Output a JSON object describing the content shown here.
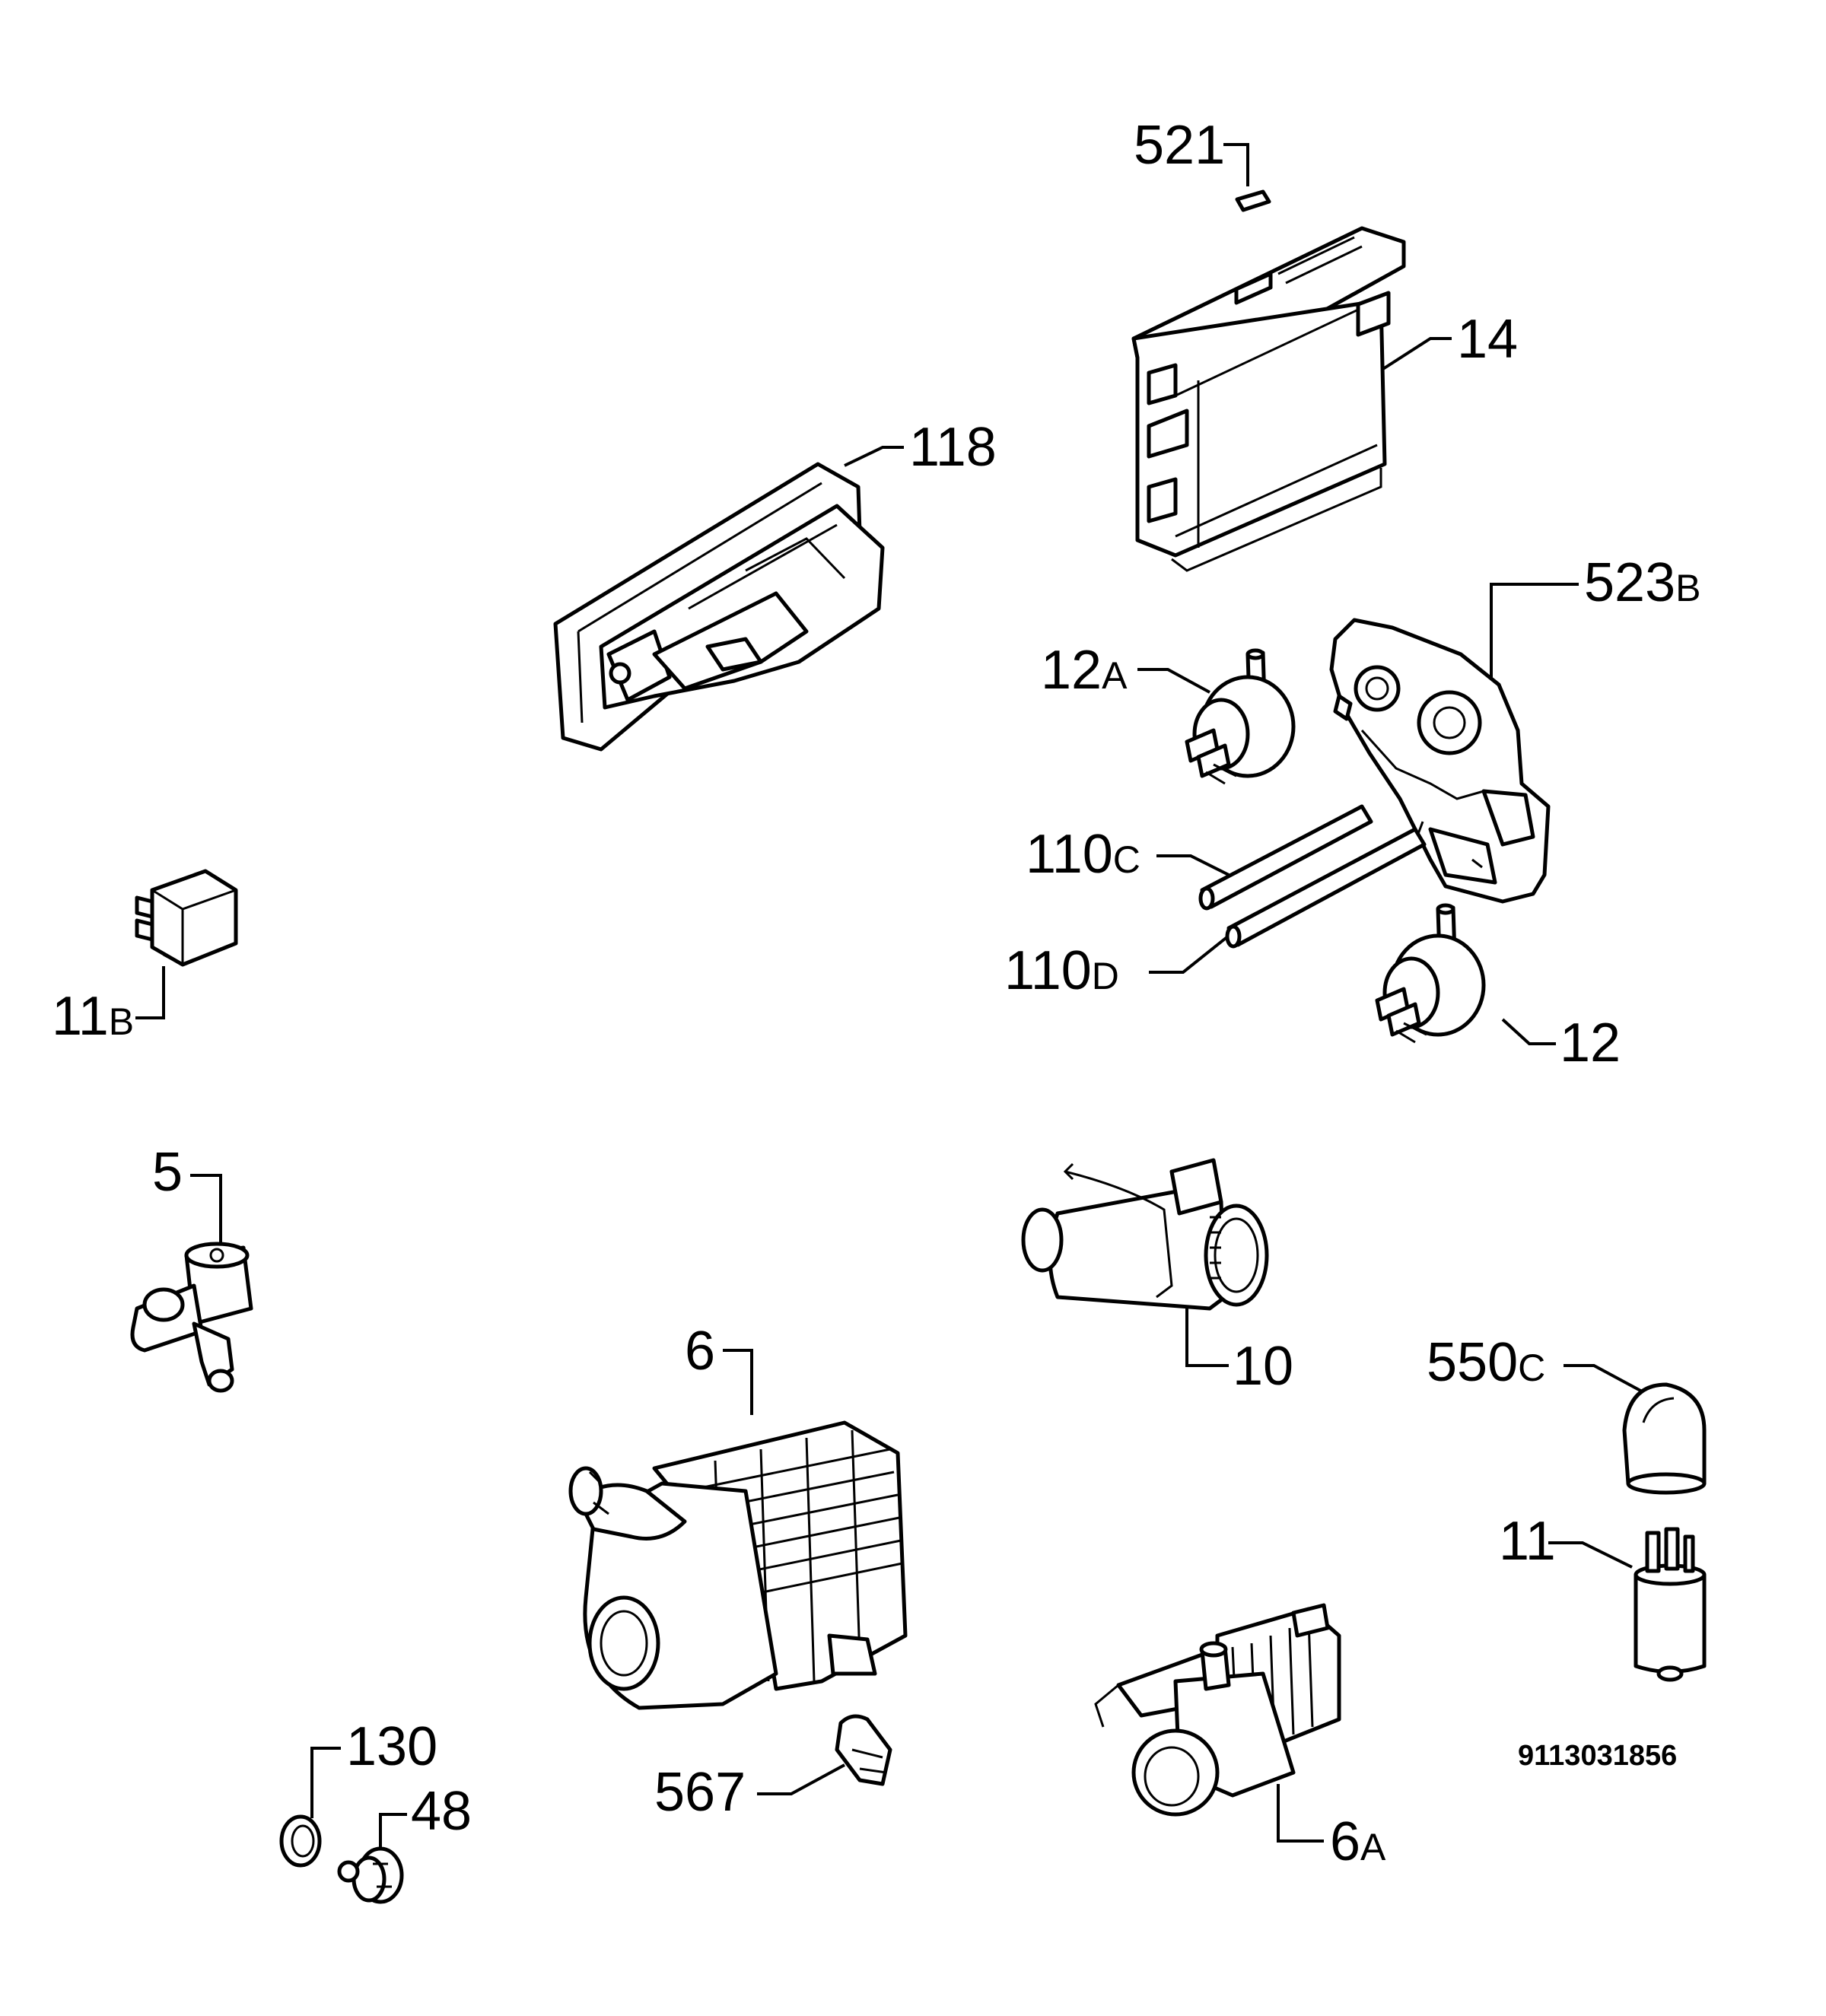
{
  "parts": [
    {
      "id": "521",
      "label": "521",
      "suffix": ""
    },
    {
      "id": "14",
      "label": "14",
      "suffix": ""
    },
    {
      "id": "118",
      "label": "118",
      "suffix": ""
    },
    {
      "id": "523B",
      "label": "523",
      "suffix": "B"
    },
    {
      "id": "12A",
      "label": "12",
      "suffix": "A"
    },
    {
      "id": "110C",
      "label": "110",
      "suffix": "C"
    },
    {
      "id": "110D",
      "label": "110",
      "suffix": "D"
    },
    {
      "id": "12",
      "label": "12",
      "suffix": ""
    },
    {
      "id": "11B",
      "label": "11",
      "suffix": "B"
    },
    {
      "id": "5",
      "label": "5",
      "suffix": ""
    },
    {
      "id": "10",
      "label": "10",
      "suffix": ""
    },
    {
      "id": "6",
      "label": "6",
      "suffix": ""
    },
    {
      "id": "550C",
      "label": "550",
      "suffix": "C"
    },
    {
      "id": "11",
      "label": "11",
      "suffix": ""
    },
    {
      "id": "130",
      "label": "130",
      "suffix": ""
    },
    {
      "id": "48",
      "label": "48",
      "suffix": ""
    },
    {
      "id": "567",
      "label": "567",
      "suffix": ""
    },
    {
      "id": "6A",
      "label": "6",
      "suffix": "A"
    }
  ],
  "diagram_code": "9113031856"
}
